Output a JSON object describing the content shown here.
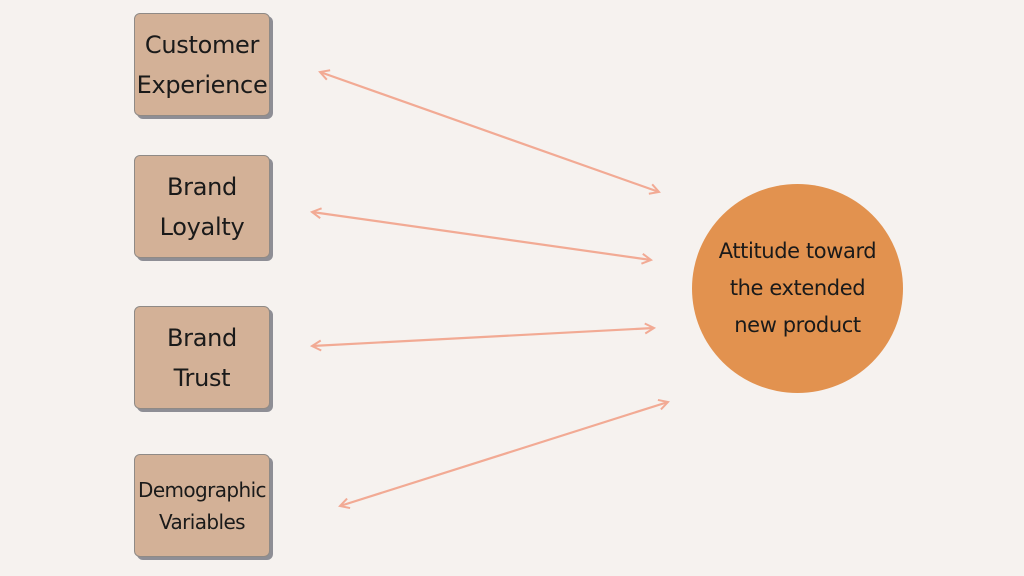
{
  "factors": [
    {
      "label": "Customer\nExperience"
    },
    {
      "label": "Brand\nLoyalty"
    },
    {
      "label": "Brand\nTrust"
    },
    {
      "label": "Demographic\nVariables"
    }
  ],
  "outcome": {
    "label": "Attitude toward\nthe extended\nnew product"
  },
  "colors": {
    "background": "#f6f2ef",
    "factor_fill": "#d3b197",
    "outcome_fill": "#e2924f",
    "arrow": "#f2aa94"
  },
  "arrows": {
    "style": "double-headed"
  }
}
